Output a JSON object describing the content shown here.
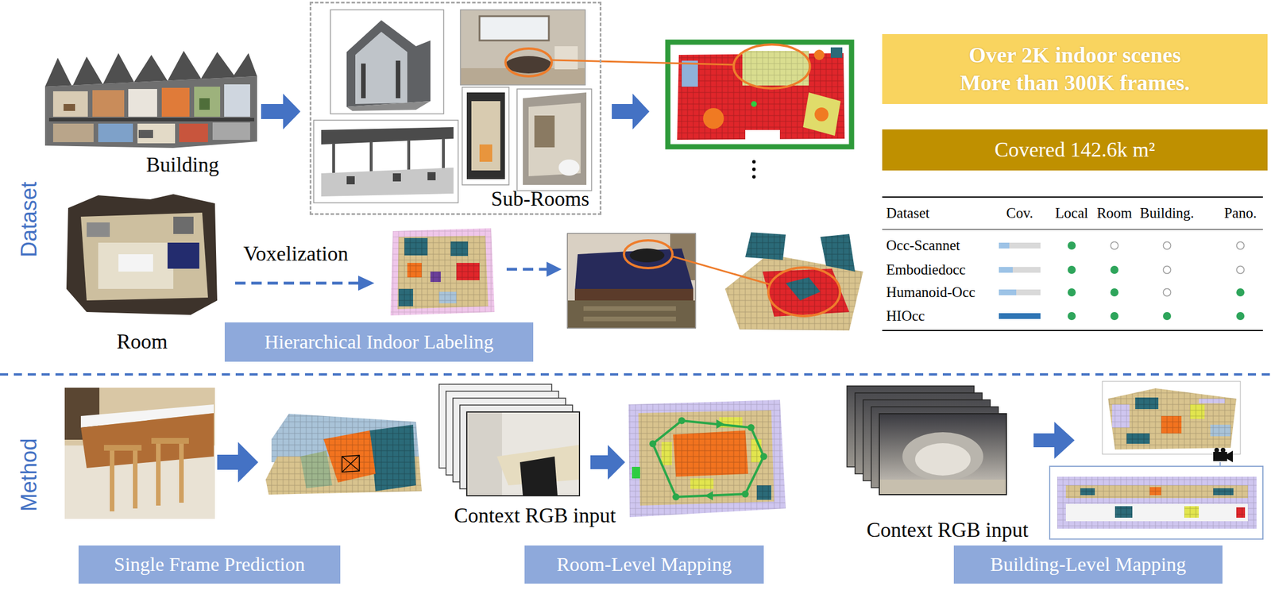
{
  "diagram": {
    "nodes": [
      {
        "text": [
          "Sub-Rooms"
        ]
      },
      {
        "text": [
          "Over 2K indoor scenes More than 300K frames."
        ]
      },
      {
        "text": [
          "Covered 142.6k m²"
        ]
      },
      {
        "text": [
          "Hierarchical Indoor Labeling"
        ]
      },
      {
        "text": [
          "Single Frame Prediction"
        ]
      },
      {
        "text": [
          "Room-Level Mapping"
        ]
      },
      {
        "text": [
          "Building-Level Mapping"
        ]
      }
    ],
    "labels": [
      "Dataset",
      "Building",
      "Room",
      "Voxelization",
      "Dataset",
      "Cov.",
      "Local",
      "Room",
      "Building.",
      "Pano.",
      "Occ-Scannet",
      "Embodiedocc",
      "Humanoid-Occ",
      "HIOcc",
      "Method",
      "Context RGB input",
      "Context RGB input"
    ]
  }
}
